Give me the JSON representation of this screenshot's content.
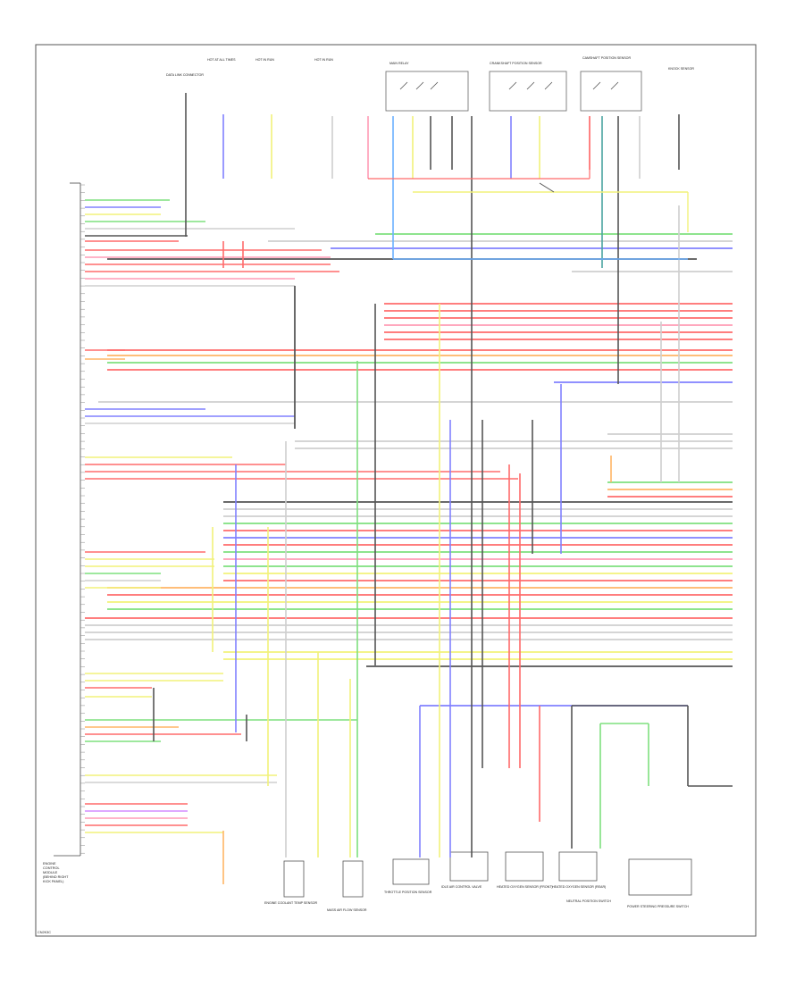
{
  "diagram": {
    "footer_code": "CN2K3C",
    "ecm_label_lines": [
      "ENGINE",
      "CONTROL",
      "MODULE",
      "(BEHIND RIGHT",
      "KICK PANEL)"
    ],
    "top_components": [
      "DATA LINK CONNECTOR",
      "HOT AT ALL TIMES",
      "HOT IN RUN",
      "HOT IN RUN",
      "MAIN RELAY",
      "CRANKSHAFT POSITION SENSOR",
      "CAMSHAFT POSITION SENSOR",
      "KNOCK SENSOR"
    ],
    "bottom_components": [
      "ENGINE COOLANT TEMP SENSOR",
      "MASS AIR FLOW SENSOR",
      "THROTTLE POSITION SENSOR",
      "IDLE AIR CONTROL VALVE",
      "HEATED OXYGEN SENSOR (FRONT)",
      "HEATED OXYGEN SENSOR (REAR)",
      "NEUTRAL POSITION SWITCH",
      "POWER STEERING PRESSURE SWITCH"
    ]
  }
}
